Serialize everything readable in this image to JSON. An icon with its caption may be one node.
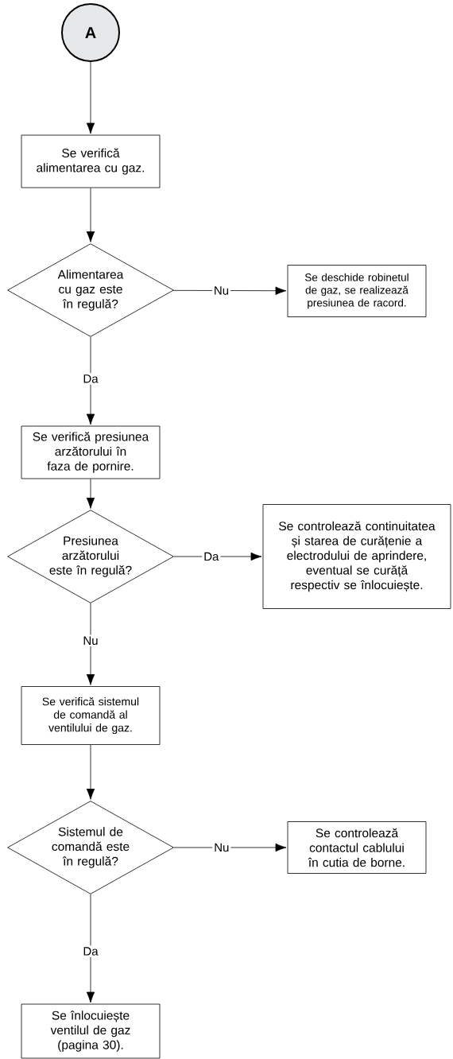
{
  "diagram": {
    "nodes": [
      {
        "text": [
          "A"
        ]
      },
      {
        "text": [
          "Se verifică alimentarea cu gaz."
        ]
      },
      {
        "text": [
          "Alimentarea cu gaz este în regulă?"
        ]
      },
      {
        "text": [
          "Se deschide robinetul de gaz, se realizează presiunea de racord."
        ]
      },
      {
        "text": [
          "Se verifică presiunea arzătorului în faza de pornire."
        ]
      },
      {
        "text": [
          "Presiunea arzătorului este în regulă?"
        ]
      },
      {
        "text": [
          "Se controlează continuitatea și starea de curățenie a electrodului de aprindere, eventual se curăță respectiv se înlocuiește."
        ]
      },
      {
        "text": [
          "Se verifică sistemul de comandă al ventilului de gaz."
        ]
      },
      {
        "text": [
          "Sistemul de comandă este în regulă?"
        ]
      },
      {
        "text": [
          "Se controlează contactul cablului în cutia de borne."
        ]
      },
      {
        "text": [
          "Se înlocuiește ventilul de gaz (pagina 30)."
        ]
      }
    ],
    "edges": [
      {
        "from": 0,
        "to": 1,
        "arrow": "to"
      },
      {
        "from": 1,
        "to": 2,
        "arrow": "to"
      },
      {
        "from": 2,
        "to": 3,
        "arrow": "to",
        "label": "Nu"
      },
      {
        "from": 2,
        "to": 4,
        "arrow": "to",
        "label": "Da"
      },
      {
        "from": 4,
        "to": 5,
        "arrow": "to"
      },
      {
        "from": 5,
        "to": 6,
        "arrow": "to",
        "label": "Da"
      },
      {
        "from": 5,
        "to": 7,
        "arrow": "to",
        "label": "Nu"
      },
      {
        "from": 7,
        "to": 8,
        "arrow": "to"
      },
      {
        "from": 8,
        "to": 9,
        "arrow": "to",
        "label": "Nu"
      },
      {
        "from": 8,
        "to": 10,
        "arrow": "to",
        "label": "Da"
      }
    ]
  }
}
